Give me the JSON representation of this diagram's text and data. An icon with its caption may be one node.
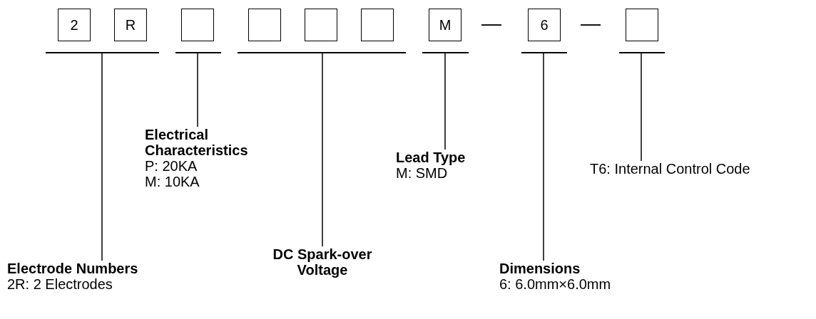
{
  "diagram": {
    "nodes": [
      {
        "text": [
          "2"
        ]
      },
      {
        "text": [
          "R"
        ]
      },
      {
        "text": [],
        "shape": "box"
      },
      {
        "text": [],
        "shape": "box"
      },
      {
        "text": [],
        "shape": "box"
      },
      {
        "text": [],
        "shape": "box"
      },
      {
        "text": [
          "M"
        ]
      },
      {
        "text": [
          "6"
        ]
      },
      {
        "text": [],
        "shape": "box"
      },
      {
        "text": [],
        "shape": "bar"
      },
      {
        "text": [],
        "shape": "bar"
      },
      {
        "text": [],
        "shape": "bar"
      },
      {
        "text": [],
        "shape": "bar"
      },
      {
        "text": [],
        "shape": "bar"
      },
      {
        "text": [],
        "shape": "bar"
      },
      {
        "text": [
          "Electrode Numbers",
          "2R: 2 Electrodes"
        ]
      },
      {
        "text": [
          "Electrical Characteristics",
          "P: 20KA",
          "M: 10KA"
        ]
      },
      {
        "text": [
          "DC Spark-over Voltage"
        ]
      },
      {
        "text": [
          "Lead Type",
          "M: SMD"
        ]
      },
      {
        "text": [
          "Dimensions",
          "6: 6.0mm×6.0mm"
        ]
      },
      {
        "text": [
          "T6: Internal Control Code"
        ]
      }
    ],
    "edges": [
      {
        "from": 15,
        "to": 9,
        "arrow": "none"
      },
      {
        "from": 16,
        "to": 10,
        "arrow": "none"
      },
      {
        "from": 17,
        "to": 11,
        "arrow": "none"
      },
      {
        "from": 18,
        "to": 12,
        "arrow": "none"
      },
      {
        "from": 19,
        "to": 13,
        "arrow": "none"
      },
      {
        "from": 20,
        "to": 14,
        "arrow": "none"
      }
    ],
    "labels": [
      "—",
      "—"
    ]
  }
}
